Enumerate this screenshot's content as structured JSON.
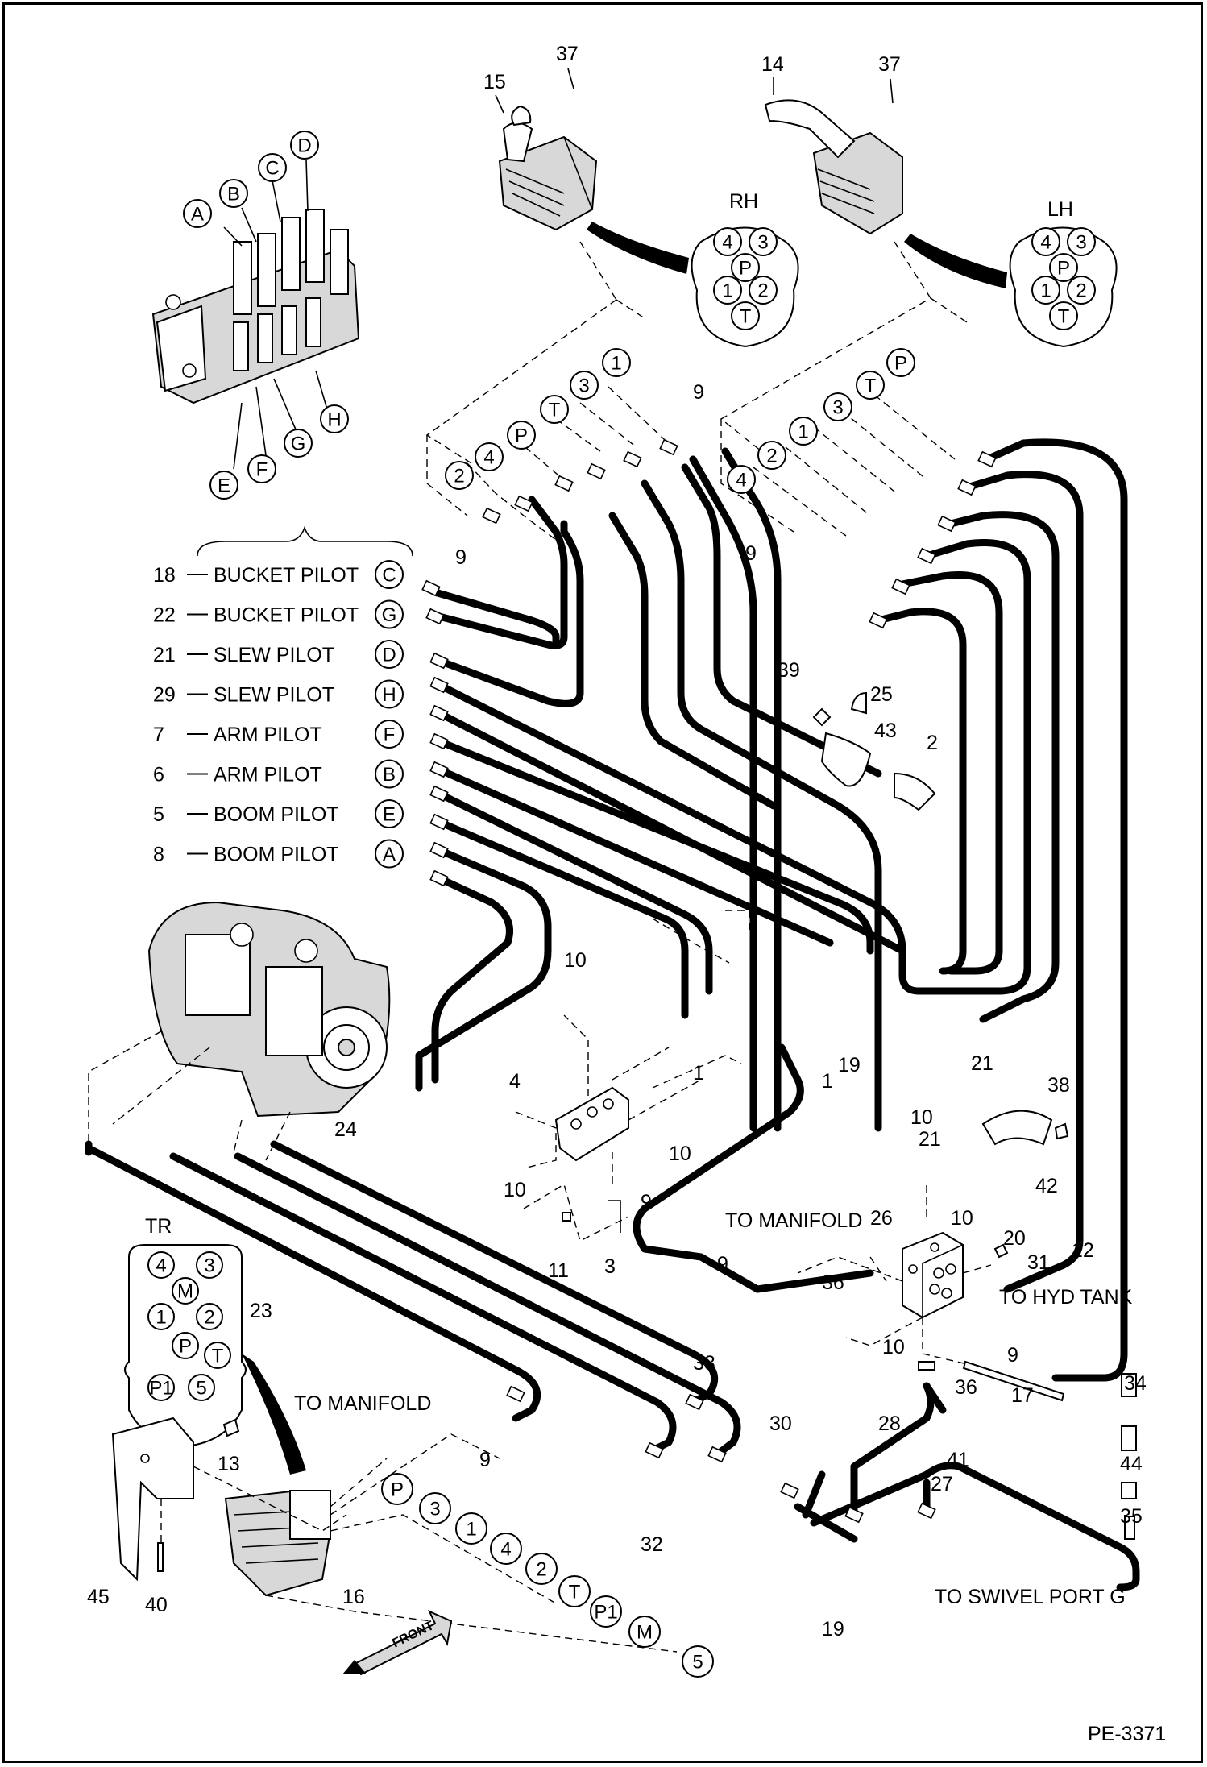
{
  "doc_id": "PE-3371",
  "joysticks": {
    "rh": {
      "label": "RH",
      "part": "15",
      "screw": "37",
      "ports": [
        "4",
        "3",
        "P",
        "1",
        "2",
        "T"
      ]
    },
    "lh": {
      "label": "LH",
      "part": "14",
      "screw": "37",
      "ports": [
        "4",
        "3",
        "P",
        "1",
        "2",
        "T"
      ]
    }
  },
  "valve_ports": [
    "A",
    "B",
    "C",
    "D",
    "E",
    "F",
    "G",
    "H"
  ],
  "pilot_lines": [
    {
      "num": "18",
      "name": "BUCKET PILOT",
      "port": "C"
    },
    {
      "num": "22",
      "name": "BUCKET PILOT",
      "port": "G"
    },
    {
      "num": "21",
      "name": "SLEW PILOT",
      "port": "D"
    },
    {
      "num": "29",
      "name": "SLEW PILOT",
      "port": "H"
    },
    {
      "num": "7",
      "name": "ARM PILOT",
      "port": "F"
    },
    {
      "num": "6",
      "name": "ARM PILOT",
      "port": "B"
    },
    {
      "num": "5",
      "name": "BOOM PILOT",
      "port": "E"
    },
    {
      "num": "8",
      "name": "BOOM PILOT",
      "port": "A"
    }
  ],
  "rh_hose_ports": [
    "2",
    "4",
    "P",
    "T",
    "3",
    "1"
  ],
  "lh_hose_ports": [
    "4",
    "2",
    "1",
    "3",
    "T",
    "P"
  ],
  "travel": {
    "label": "TR",
    "ports": [
      "4",
      "3",
      "M",
      "1",
      "2",
      "P",
      "T",
      "P1",
      "5"
    ],
    "hose_ports": [
      "P",
      "3",
      "1",
      "4",
      "2",
      "T",
      "P1",
      "M",
      "5"
    ]
  },
  "callouts": [
    "1",
    "1",
    "2",
    "3",
    "4",
    "9",
    "9",
    "9",
    "9",
    "9",
    "9",
    "9",
    "10",
    "10",
    "10",
    "10",
    "10",
    "10",
    "11",
    "12",
    "13",
    "16",
    "17",
    "19",
    "19",
    "20",
    "21",
    "21",
    "23",
    "24",
    "25",
    "26",
    "27",
    "28",
    "30",
    "31",
    "32",
    "33",
    "34",
    "35",
    "36",
    "36",
    "38",
    "39",
    "40",
    "41",
    "42",
    "43",
    "44",
    "45"
  ],
  "notes": {
    "to_manifold_1": "TO MANIFOLD",
    "to_manifold_2": "TO MANIFOLD",
    "to_hyd_tank": "TO HYD TANK",
    "to_swivel": "TO SWIVEL PORT G",
    "front": "FRONT"
  }
}
